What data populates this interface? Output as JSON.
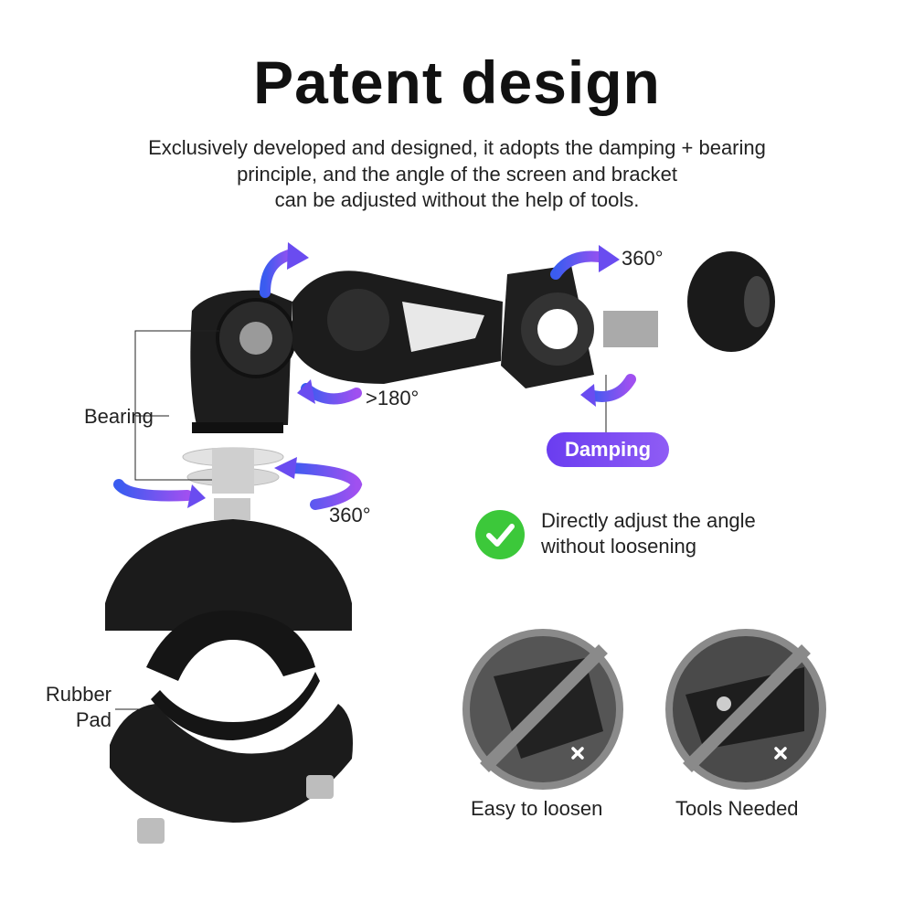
{
  "title": "Patent design",
  "subtitle": {
    "lines": [
      "Exclusively developed and designed, it adopts the damping + bearing",
      "principle, and the angle of the screen and bracket",
      "can be adjusted without the help of tools."
    ]
  },
  "labels": {
    "rotation_top": "360°",
    "rotation_arm": ">180°",
    "bearing": "Bearing",
    "damping": "Damping",
    "rotation_base": "360°",
    "rubber_pad": [
      "Rubber",
      "Pad"
    ]
  },
  "benefit": {
    "icon": "check-icon",
    "lines": [
      "Directly adjust the angle",
      "without loosening"
    ]
  },
  "comparisons": [
    {
      "label": "Easy to loosen",
      "icon": "x-icon"
    },
    {
      "label": "Tools Needed",
      "icon": "x-icon"
    }
  ],
  "colors": {
    "accent_purple": "#7b4cf2",
    "arrow_blue": "#3a5cf0",
    "check_green": "#3cc83a"
  }
}
